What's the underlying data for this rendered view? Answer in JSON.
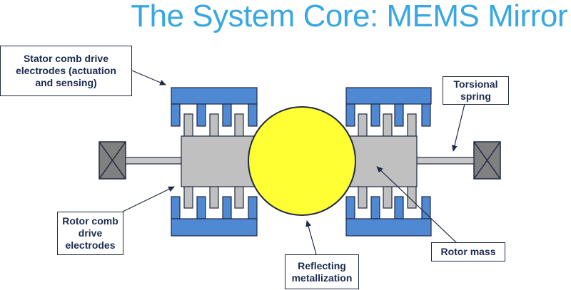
{
  "title": "The System Core: MEMS Mirror",
  "labels": {
    "stator": "Stator comb drive\nelectrodes (actuation\nand sensing)",
    "torsional_spring": "Torsional\nspring",
    "rotor_comb": "Rotor comb\ndrive\nelectrodes",
    "reflecting": "Reflecting\nmetallization",
    "rotor_mass": "Rotor mass"
  },
  "colors": {
    "title": "#3aa8e0",
    "stator_electrode": "#5089d3",
    "rotor": "#c0c0c0",
    "mirror": "#ffff33",
    "anchor": "#808080",
    "outline": "#1f2a44"
  }
}
